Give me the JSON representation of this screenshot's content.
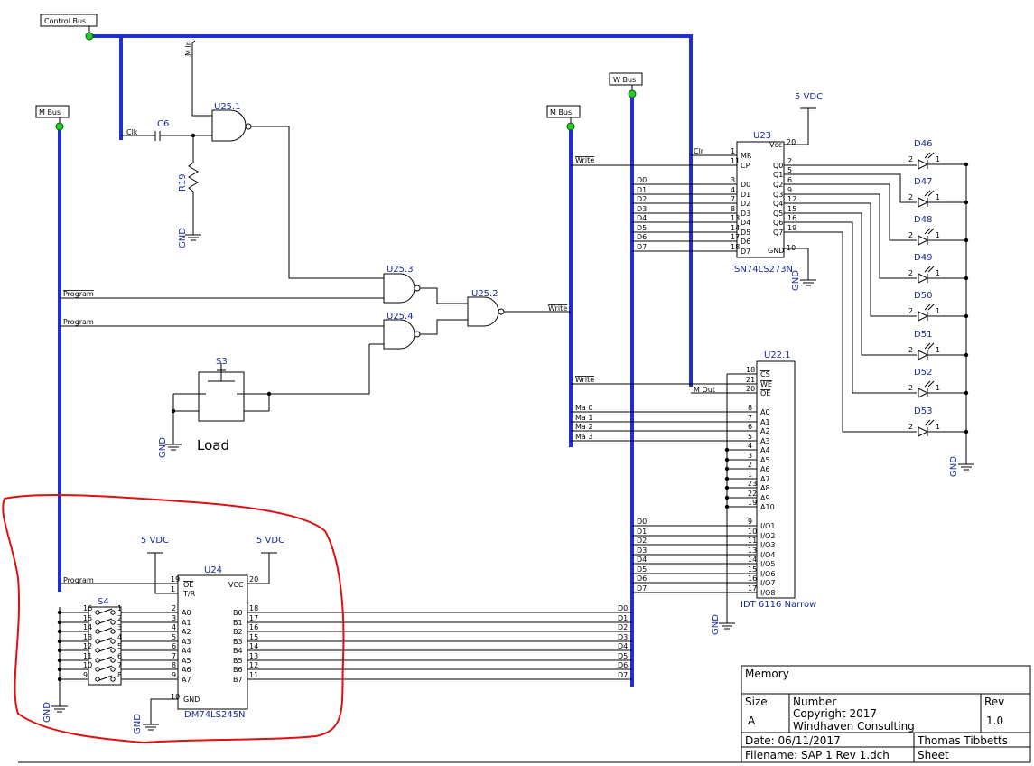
{
  "buses": {
    "control": "Control Bus",
    "m_left": "M Bus",
    "m_right": "M Bus",
    "w": "W Bus"
  },
  "power": {
    "vdc": "5 VDC",
    "gnd": "GND"
  },
  "signals": {
    "m_in": "M In",
    "clk": "Clk",
    "clr": "Clr",
    "write": "Write",
    "program": "Program",
    "m_out": "M Out"
  },
  "parts": {
    "c6": "C6",
    "r19": "R19",
    "u25_1": "U25.1",
    "u25_2": "U25.2",
    "u25_3": "U25.3",
    "u25_4": "U25.4",
    "s3": "S3",
    "load": "Load",
    "u23": "U23",
    "u23_type": "SN74LS273N",
    "u22": "U22.1",
    "u22_type": "IDT 6116 Narrow",
    "u24": "U24",
    "u24_type": "DM74LS245N",
    "s4": "S4"
  },
  "u23_pins": {
    "left": [
      "MR",
      "CP",
      "D0",
      "D1",
      "D2",
      "D3",
      "D4",
      "D5",
      "D6",
      "D7"
    ],
    "left_nums": [
      "1",
      "11",
      "3",
      "4",
      "7",
      "8",
      "13",
      "14",
      "17",
      "18"
    ],
    "right": [
      "Q0",
      "Q1",
      "Q2",
      "Q3",
      "Q4",
      "Q5",
      "Q6",
      "Q7"
    ],
    "right_nums": [
      "2",
      "5",
      "6",
      "9",
      "12",
      "15",
      "16",
      "19"
    ],
    "vcc": "Vcc",
    "vcc_num": "20",
    "gnd": "GND",
    "gnd_num": "10"
  },
  "data_nets": [
    "D0",
    "D1",
    "D2",
    "D3",
    "D4",
    "D5",
    "D6",
    "D7"
  ],
  "addr_nets": [
    "Ma 0",
    "Ma 1",
    "Ma 2",
    "Ma 3"
  ],
  "leds": [
    "D46",
    "D47",
    "D48",
    "D49",
    "D50",
    "D51",
    "D52",
    "D53"
  ],
  "u22_pins": {
    "ctrl": [
      "CS",
      "WE",
      "OE"
    ],
    "ctrl_nums": [
      "18",
      "21",
      "20"
    ],
    "addr": [
      "A0",
      "A1",
      "A2",
      "A3",
      "A4",
      "A5",
      "A6",
      "A7",
      "A8",
      "A9",
      "A10"
    ],
    "addr_nums": [
      "8",
      "7",
      "6",
      "5",
      "4",
      "3",
      "2",
      "1",
      "23",
      "22",
      "19"
    ],
    "io": [
      "I/O1",
      "I/O2",
      "I/O3",
      "I/O4",
      "I/O5",
      "I/O6",
      "I/O7",
      "I/O8"
    ],
    "io_nums": [
      "9",
      "10",
      "11",
      "13",
      "14",
      "15",
      "16",
      "17"
    ]
  },
  "u24_pins": {
    "oe": "OE",
    "tr": "T/R",
    "vcc": "VCC",
    "a": [
      "A0",
      "A1",
      "A2",
      "A3",
      "A4",
      "A5",
      "A6",
      "A7"
    ],
    "b": [
      "B0",
      "B1",
      "B2",
      "B3",
      "B4",
      "B5",
      "B6",
      "B7"
    ],
    "gnd": "GND"
  },
  "title_block": {
    "title": "Memory",
    "size_label": "Size",
    "size": "A",
    "number_label": "Number",
    "copyright": "Copyright 2017",
    "company": "Windhaven Consulting",
    "rev_label": "Rev",
    "rev": "1.0",
    "date": "Date: 06/11/2017",
    "author": "Thomas Tibbetts",
    "filename": "Filename: SAP 1 Rev 1.dch",
    "sheet": "Sheet"
  },
  "colors": {
    "bus": "#1f2fd0",
    "ref": "#1a2a9a",
    "junction": "#22cc22",
    "highlight": "#e01010"
  }
}
